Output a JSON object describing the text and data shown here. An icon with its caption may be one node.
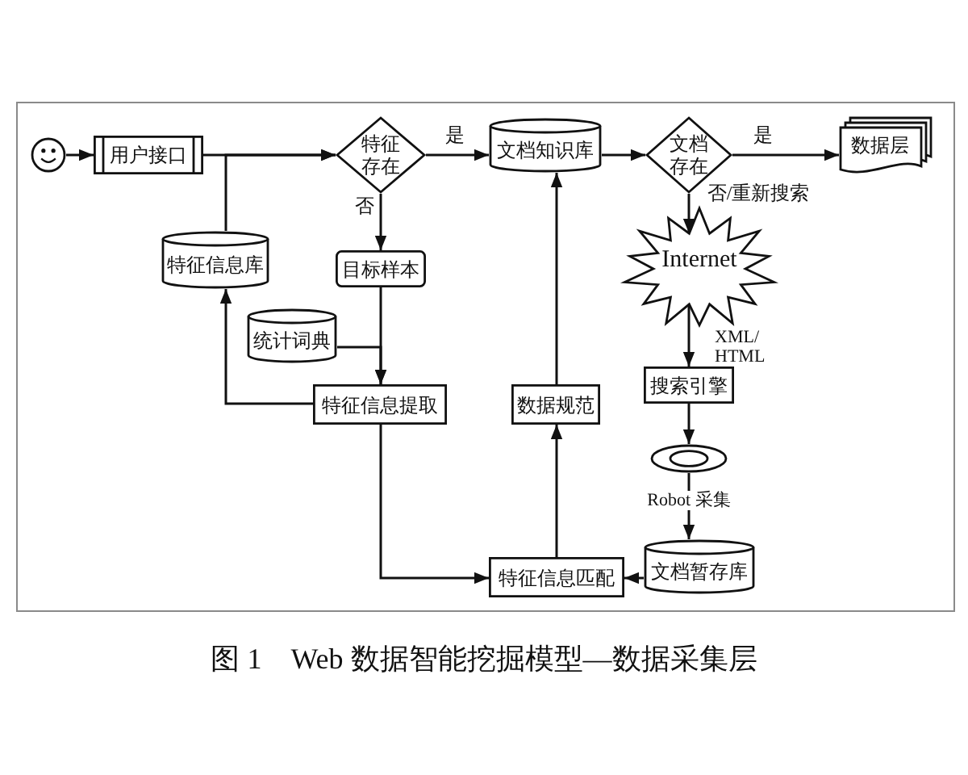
{
  "diagram": {
    "caption": "图 1　Web 数据智能挖掘模型—数据采集层",
    "nodes": [
      {
        "text": [],
        "shape": "circle"
      },
      {
        "text": [
          "用户接口"
        ]
      },
      {
        "text": [
          "特征存在"
        ]
      },
      {
        "text": [
          "文档知识库"
        ]
      },
      {
        "text": [
          "文档存在"
        ]
      },
      {
        "text": [
          "数据层"
        ]
      },
      {
        "text": [
          "特征信息库"
        ]
      },
      {
        "text": [
          "目标样本"
        ]
      },
      {
        "text": [
          "统计词典"
        ]
      },
      {
        "text": [
          "特征信息提取"
        ]
      },
      {
        "text": [
          "Internet"
        ]
      },
      {
        "text": [
          "数据规范"
        ]
      },
      {
        "text": [
          "搜索引擎"
        ]
      },
      {
        "text": [],
        "shape": "circle"
      },
      {
        "text": [
          "文档暂存库"
        ]
      },
      {
        "text": [
          "特征信息匹配"
        ]
      }
    ],
    "edges": [
      {
        "from": 0,
        "to": 1,
        "arrow": "to"
      },
      {
        "from": 1,
        "to": 2,
        "arrow": "to"
      },
      {
        "from": 6,
        "to": 2,
        "arrow": "to"
      },
      {
        "from": 2,
        "to": 3,
        "arrow": "to",
        "label": "是"
      },
      {
        "from": 2,
        "to": 7,
        "arrow": "to",
        "label": "否"
      },
      {
        "from": 7,
        "to": 9,
        "arrow": "to"
      },
      {
        "from": 8,
        "to": 9,
        "arrow": "to"
      },
      {
        "from": 9,
        "to": 6,
        "arrow": "to"
      },
      {
        "from": 9,
        "to": 15,
        "arrow": "to"
      },
      {
        "from": 14,
        "to": 15,
        "arrow": "to"
      },
      {
        "from": 15,
        "to": 11,
        "arrow": "to"
      },
      {
        "from": 11,
        "to": 3,
        "arrow": "to"
      },
      {
        "from": 3,
        "to": 4,
        "arrow": "to"
      },
      {
        "from": 4,
        "to": 5,
        "arrow": "to",
        "label": "是"
      },
      {
        "from": 4,
        "to": 10,
        "arrow": "to",
        "label": "否/重新搜索"
      },
      {
        "from": 10,
        "to": 12,
        "arrow": "to",
        "label": "XML/ HTML"
      },
      {
        "from": 12,
        "to": 13,
        "arrow": "to"
      },
      {
        "from": 13,
        "to": 14,
        "arrow": "to",
        "label": "Robot 采集"
      }
    ]
  }
}
